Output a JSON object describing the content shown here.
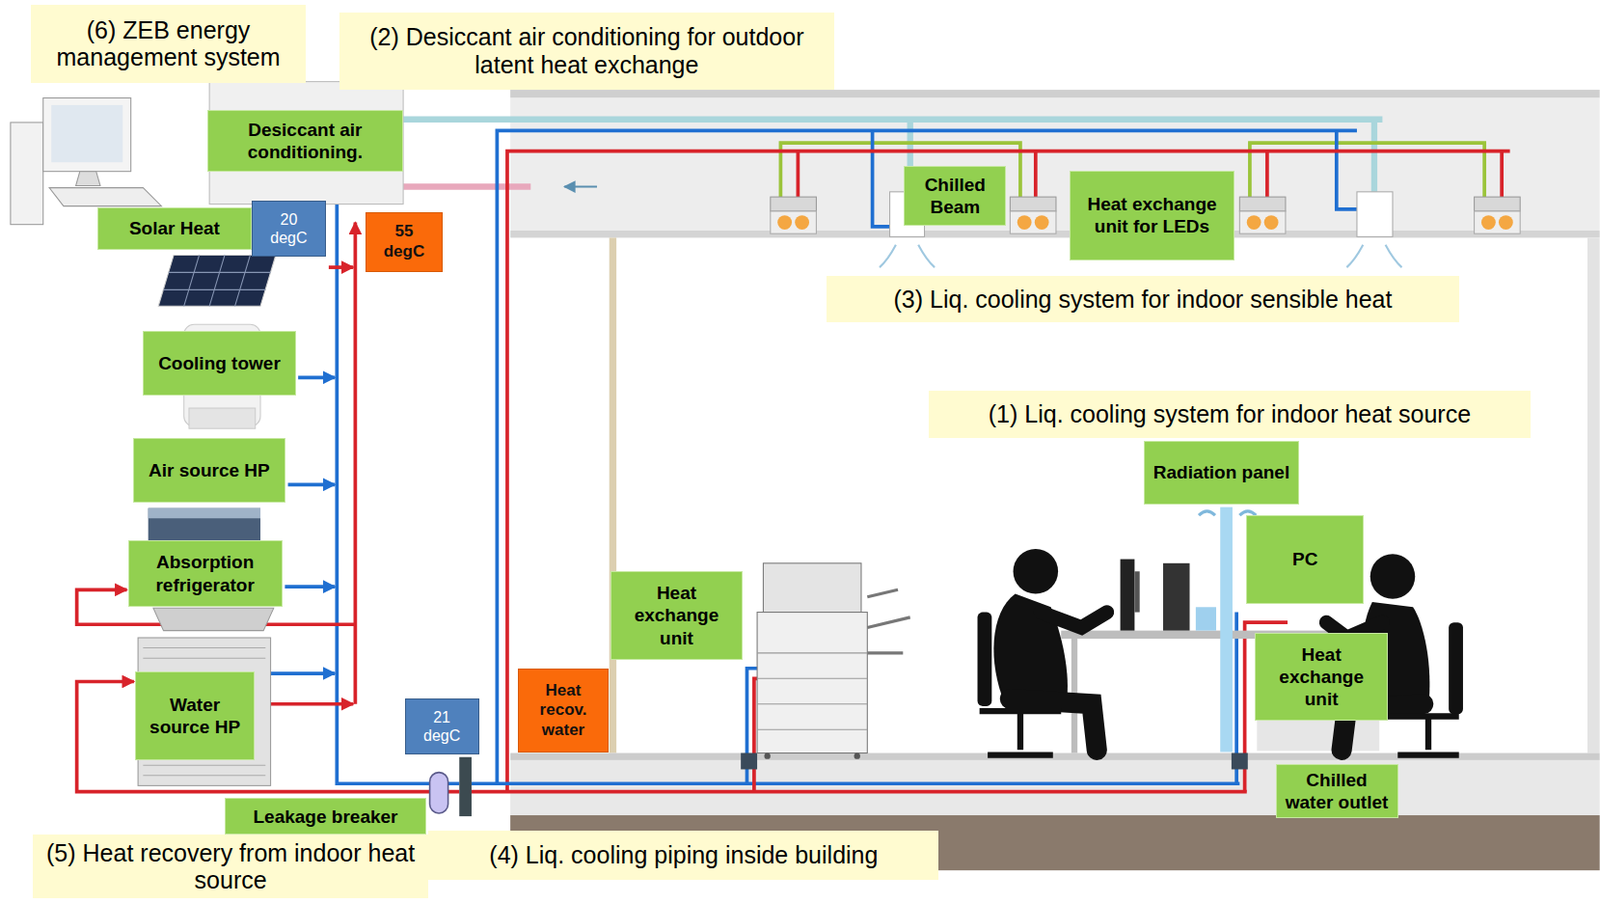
{
  "diagram": {
    "nodes": [
      {
        "text": [
          "(6) ZEB energy management system"
        ]
      },
      {
        "text": [
          "(2) Desiccant air conditioning for outdoor latent heat exchange"
        ]
      },
      {
        "text": [
          "Desiccant air conditioning."
        ]
      },
      {
        "text": [
          "Solar Heat"
        ]
      },
      {
        "text": [
          "20 degC"
        ]
      },
      {
        "text": [
          "55 degC"
        ]
      },
      {
        "text": [
          "Chilled Beam"
        ]
      },
      {
        "text": [
          "Heat exchange unit for LEDs"
        ]
      },
      {
        "text": [
          "(3) Liq. cooling system for indoor sensible heat"
        ]
      },
      {
        "text": [
          "Cooling tower"
        ]
      },
      {
        "text": [
          "(1) Liq. cooling system for indoor heat source"
        ]
      },
      {
        "text": [
          "Radiation panel"
        ]
      },
      {
        "text": [
          "Air source HP"
        ]
      },
      {
        "text": [
          "PC"
        ]
      },
      {
        "text": [
          "Absorption refrigerator"
        ]
      },
      {
        "text": [
          "Heat exchange unit"
        ]
      },
      {
        "text": [
          "Heat exchange unit"
        ]
      },
      {
        "text": [
          "Heat recov. water"
        ]
      },
      {
        "text": [
          "Water source HP"
        ]
      },
      {
        "text": [
          "21 degC"
        ]
      },
      {
        "text": [
          "Chilled water outlet"
        ]
      },
      {
        "text": [
          "Leakage breaker"
        ]
      },
      {
        "text": [
          "(5) Heat recovery from indoor heat source"
        ]
      },
      {
        "text": [
          "(4) Liq. cooling piping inside building"
        ]
      }
    ]
  }
}
